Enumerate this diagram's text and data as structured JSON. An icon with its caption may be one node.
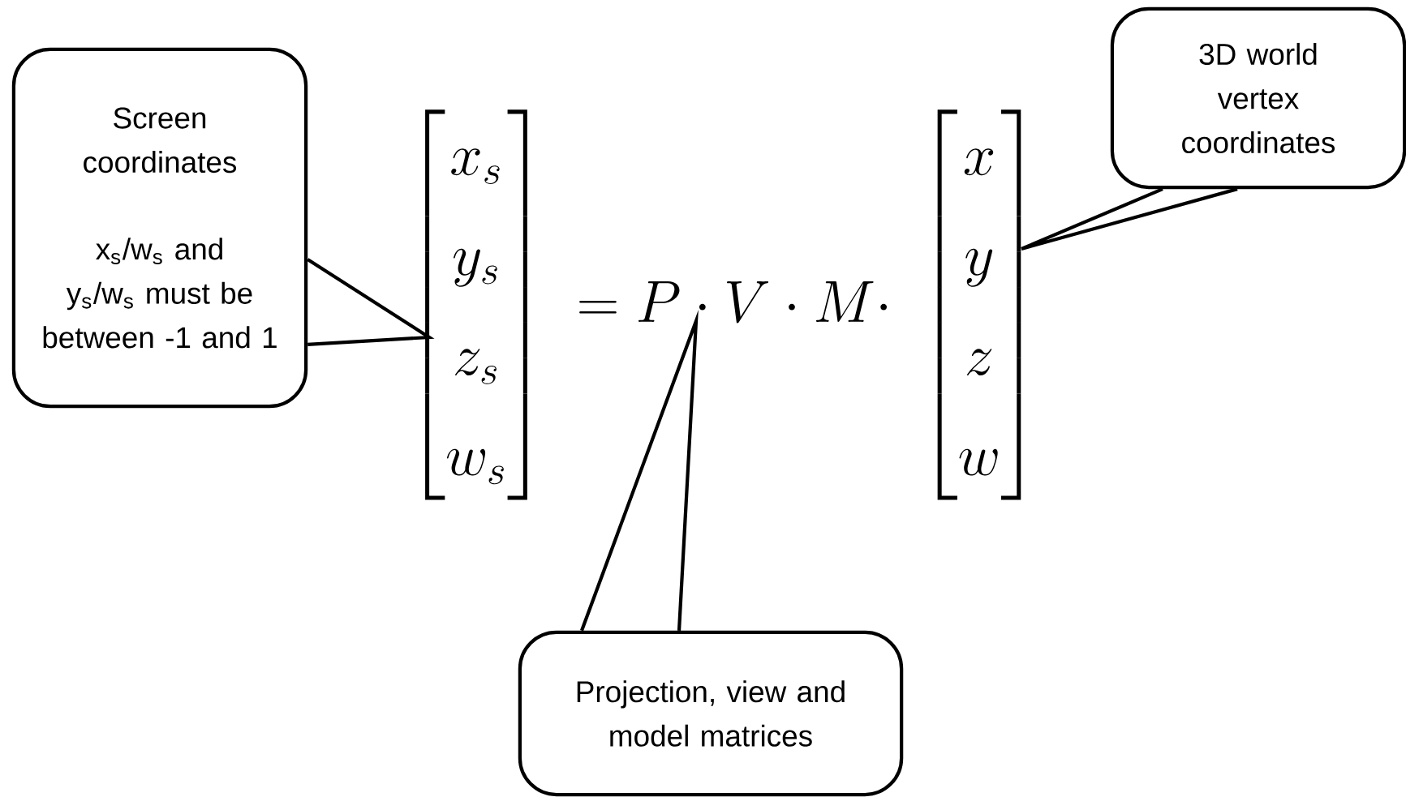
{
  "diagram": {
    "nodes": [
      {
        "text": [
          "Screen coordinates",
          "x$_{s}$/w$_{s}$ and y$_{s}$/w$_{s}$ must be between -1 and 1"
        ]
      },
      {
        "text": [
          "3D world vertex coordinates"
        ]
      },
      {
        "text": [
          "Projection, view and model matrices"
        ]
      },
      {
        "text": [
          "\\begin{bmatrix} x_s \\\\ y_s \\\\ z_s \\\\ w_s \\end{bmatrix}"
        ]
      },
      {
        "text": [
          "= P \\cdot V \\cdot M \\cdot"
        ]
      },
      {
        "text": [
          "\\begin{bmatrix} x \\\\ y \\\\ z \\\\ w \\end{bmatrix}"
        ]
      }
    ],
    "edges": [
      {
        "from": 0,
        "to": 3,
        "arrow": "none"
      },
      {
        "from": 1,
        "to": 5,
        "arrow": "none"
      },
      {
        "from": 2,
        "to": 4,
        "arrow": "none"
      }
    ]
  }
}
